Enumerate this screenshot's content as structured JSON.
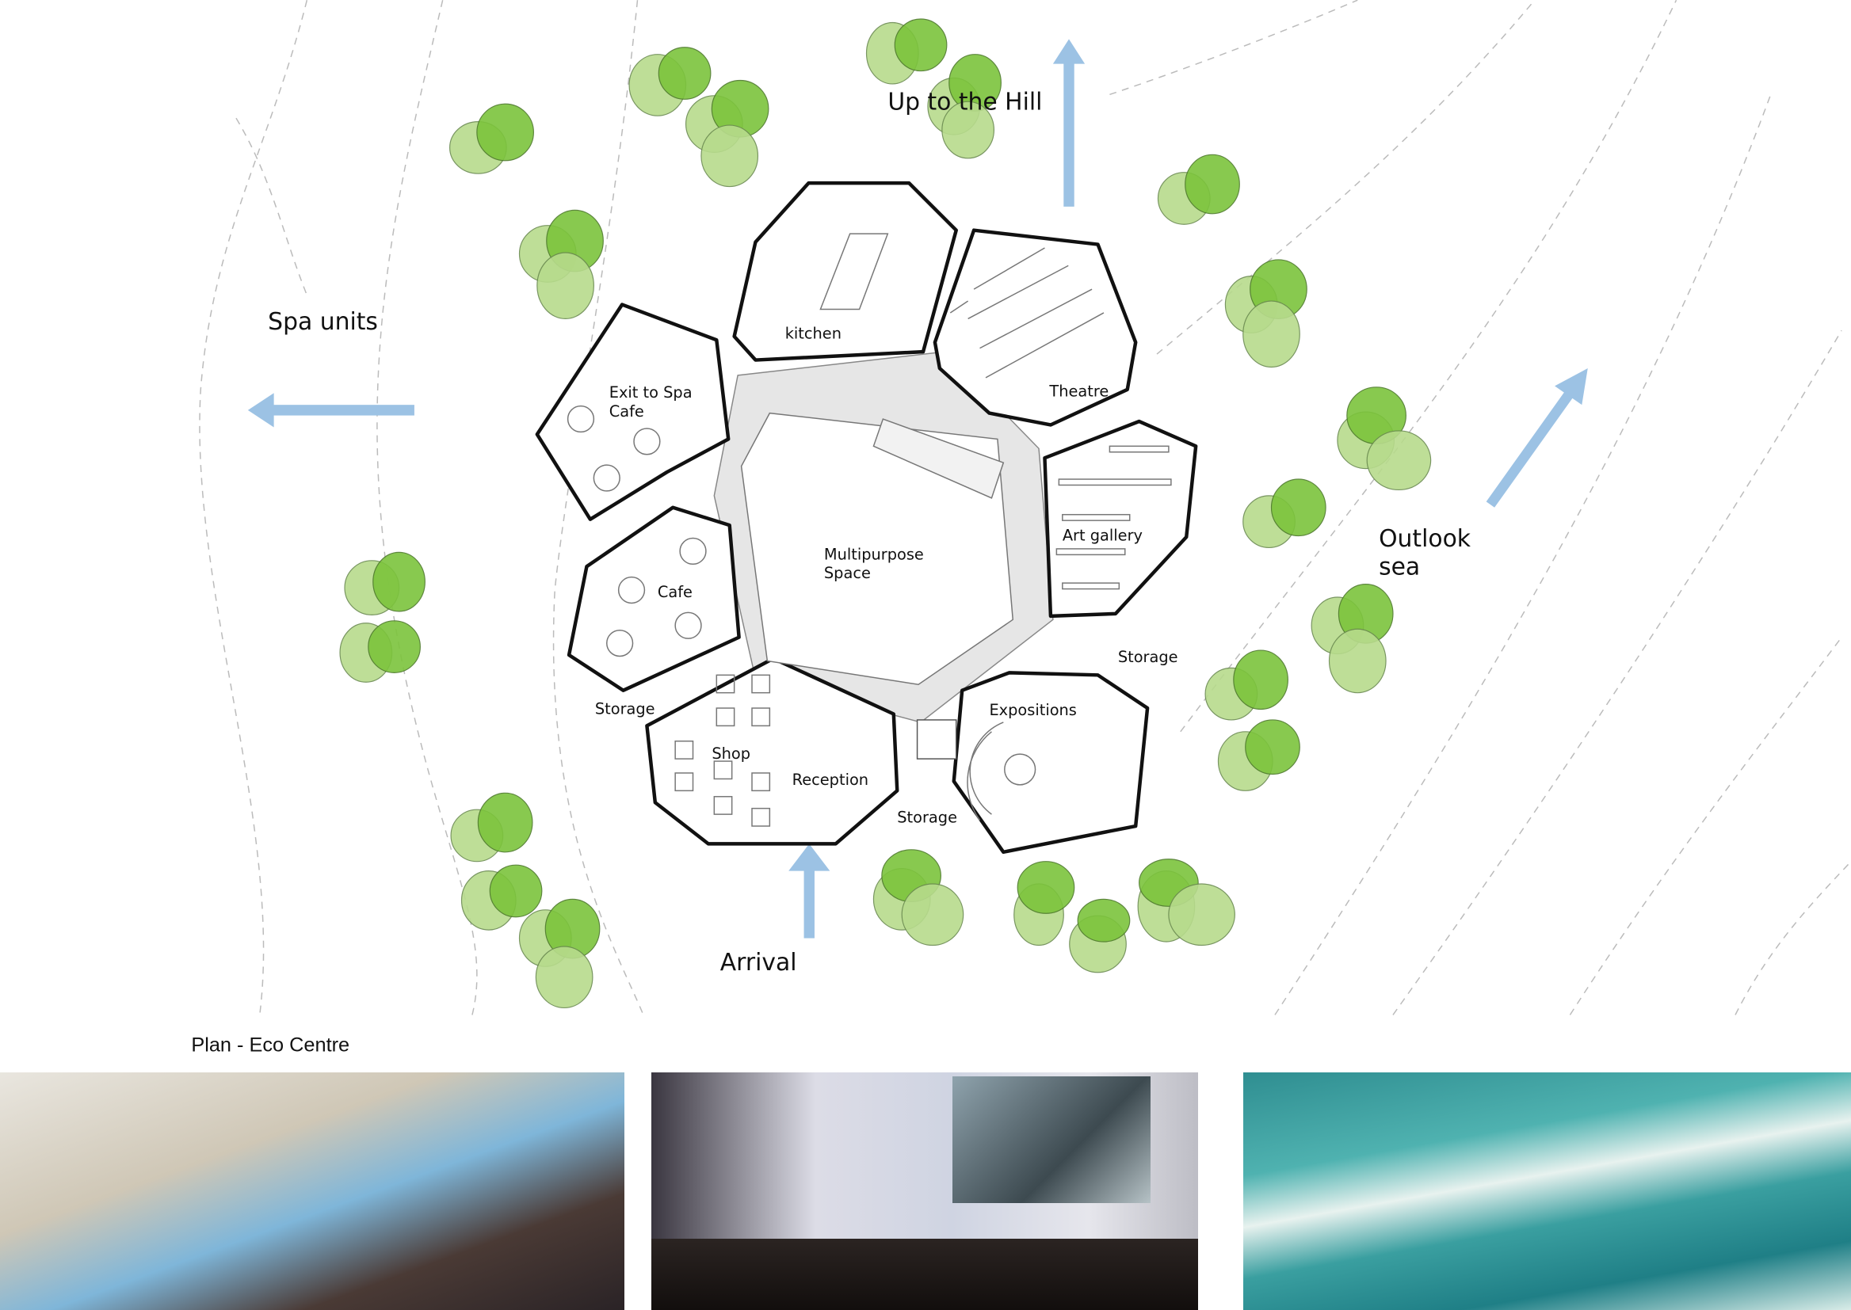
{
  "directions": {
    "up_hill": "Up to the Hill",
    "spa_units": "Spa units",
    "outlook_line1": "Outlook",
    "outlook_line2": "sea",
    "arrival": "Arrival"
  },
  "rooms": {
    "kitchen": "kitchen",
    "exit_spa_line1": "Exit to Spa",
    "exit_spa_line2": "Cafe",
    "theatre": "Theatre",
    "art_gallery": "Art gallery",
    "multipurpose_line1": "Multipurpose",
    "multipurpose_line2": "Space",
    "cafe": "Cafe",
    "storage_east": "Storage",
    "storage_west": "Storage",
    "expositions": "Expositions",
    "shop": "Shop",
    "reception": "Reception",
    "storage_south": "Storage"
  },
  "caption": "Plan - Eco Centre",
  "colors": {
    "arrow": "#9cc2e4",
    "tree_light": "#b7db8c",
    "tree_dark": "#7cc43c"
  }
}
